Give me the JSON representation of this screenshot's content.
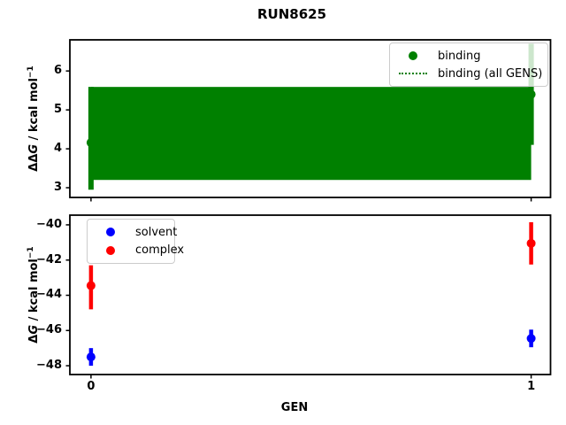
{
  "figure": {
    "title": "RUN8625",
    "background_color": "#ffffff",
    "text_color": "#000000"
  },
  "chart_data": [
    {
      "type": "scatter",
      "subplot": "top",
      "ylabel": "ΔΔG / kcal mol⁻¹",
      "ylabel_parts": {
        "prefix": "ΔΔ",
        "var": "G",
        "mid": " / kcal mol",
        "sup": "−1"
      },
      "xlabel": "",
      "xlim": [
        -0.048,
        1.044
      ],
      "ylim": [
        2.75,
        6.8
      ],
      "grid": false,
      "yticks": [
        {
          "v": 6,
          "label": "6"
        },
        {
          "v": 5,
          "label": "5"
        },
        {
          "v": 4,
          "label": "4"
        },
        {
          "v": 3,
          "label": "3"
        }
      ],
      "xticks": [
        {
          "v": 0,
          "label": ""
        },
        {
          "v": 1,
          "label": ""
        }
      ],
      "band": {
        "name": "binding (all GENS)",
        "color": "#008000",
        "line_style": "dotted",
        "x_start": 0,
        "x_end": 1,
        "y_low": 3.2,
        "y_high": 5.59,
        "center": 4.4
      },
      "series": [
        {
          "name": "binding",
          "color": "#008000",
          "marker": "dot",
          "points": [
            {
              "x": 0,
              "y": 4.16,
              "bar_low": 2.95,
              "bar_high": 5.59
            },
            {
              "x": 1,
              "y": 5.4,
              "bar_low": 4.1,
              "bar_high": 6.7
            }
          ]
        }
      ],
      "legend": {
        "position": "upper right",
        "entries": [
          {
            "marker": "dot",
            "color": "#008000",
            "label": "binding"
          },
          {
            "marker": "dotted-line",
            "color": "#008000",
            "label": "binding (all GENS)"
          }
        ]
      }
    },
    {
      "type": "scatter",
      "subplot": "bottom",
      "ylabel": "ΔG / kcal mol⁻¹",
      "ylabel_parts": {
        "prefix": "Δ",
        "var": "G",
        "mid": " / kcal mol",
        "sup": "−1"
      },
      "xlabel": "GEN",
      "xlim": [
        -0.048,
        1.044
      ],
      "ylim": [
        -48.5,
        -39.45
      ],
      "grid": false,
      "yticks": [
        {
          "v": -40,
          "label": "−40"
        },
        {
          "v": -42,
          "label": "−42"
        },
        {
          "v": -44,
          "label": "−44"
        },
        {
          "v": -46,
          "label": "−46"
        },
        {
          "v": -48,
          "label": "−48"
        }
      ],
      "xticks": [
        {
          "v": 0,
          "label": "0"
        },
        {
          "v": 1,
          "label": "1"
        }
      ],
      "series": [
        {
          "name": "solvent",
          "color": "#0000ff",
          "marker": "dot",
          "points": [
            {
              "x": 0,
              "y": -47.5,
              "bar_low": -48.0,
              "bar_high": -47.0
            },
            {
              "x": 1,
              "y": -46.45,
              "bar_low": -46.95,
              "bar_high": -45.95
            }
          ]
        },
        {
          "name": "complex",
          "color": "#ff0000",
          "marker": "dot",
          "points": [
            {
              "x": 0,
              "y": -43.45,
              "bar_low": -44.8,
              "bar_high": -42.3
            },
            {
              "x": 1,
              "y": -41.05,
              "bar_low": -42.25,
              "bar_high": -39.85
            }
          ]
        }
      ],
      "legend": {
        "position": "upper left",
        "entries": [
          {
            "marker": "dot",
            "color": "#0000ff",
            "label": "solvent"
          },
          {
            "marker": "dot",
            "color": "#ff0000",
            "label": "complex"
          }
        ]
      }
    }
  ]
}
